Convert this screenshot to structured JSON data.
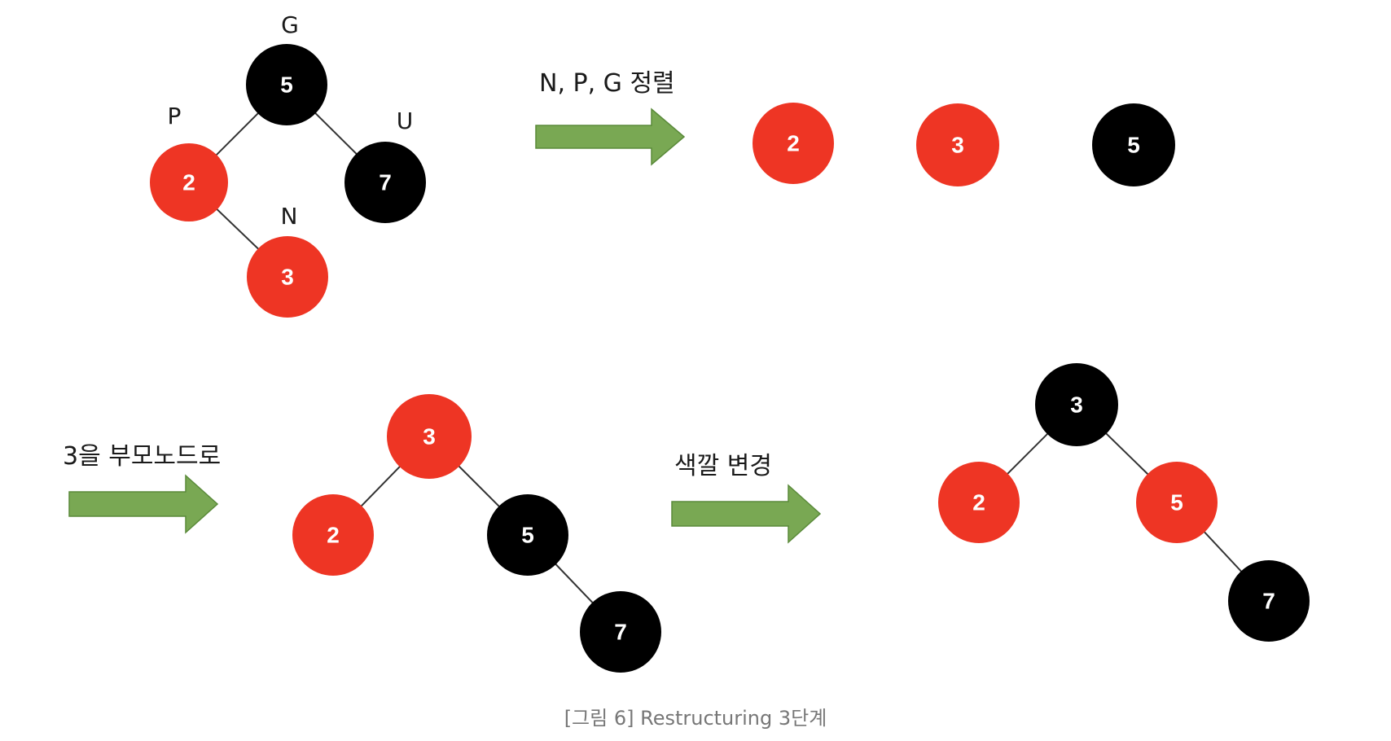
{
  "colors": {
    "red": "#ee3524",
    "black": "#000000",
    "arrow": "#79a853",
    "arrow_stroke": "#5a8a3a",
    "edge": "#333333"
  },
  "labels": {
    "G": "G",
    "P": "P",
    "U": "U",
    "N": "N"
  },
  "steps": {
    "sort": "N, P, G 정렬",
    "to_parent": "3을 부모노드로",
    "recolor": "색깔 변경"
  },
  "stage1": {
    "n5": {
      "label": "5",
      "color": "black"
    },
    "n2": {
      "label": "2",
      "color": "red"
    },
    "n7": {
      "label": "7",
      "color": "black"
    },
    "n3": {
      "label": "3",
      "color": "red"
    }
  },
  "stage2": {
    "n2": {
      "label": "2",
      "color": "red"
    },
    "n3": {
      "label": "3",
      "color": "red"
    },
    "n5": {
      "label": "5",
      "color": "black"
    }
  },
  "stage3": {
    "n3": {
      "label": "3",
      "color": "red"
    },
    "n2": {
      "label": "2",
      "color": "red"
    },
    "n5": {
      "label": "5",
      "color": "black"
    },
    "n7": {
      "label": "7",
      "color": "black"
    }
  },
  "stage4": {
    "n3": {
      "label": "3",
      "color": "black"
    },
    "n2": {
      "label": "2",
      "color": "red"
    },
    "n5": {
      "label": "5",
      "color": "red"
    },
    "n7": {
      "label": "7",
      "color": "black"
    }
  },
  "caption": "[그림 6] Restructuring 3단계"
}
